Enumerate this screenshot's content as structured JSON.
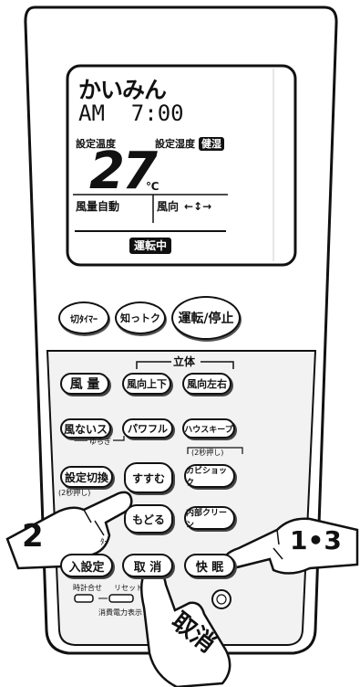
{
  "lcd": {
    "mode": "かいみん",
    "time": "AM  7:00",
    "set_temp_label": "設定温度",
    "set_humidity_label": "設定湿度",
    "health_badge": "健湿",
    "temperature": "27",
    "temp_unit": "℃",
    "fan_label": "風量自動",
    "direction_label": "風向",
    "direction_arrows": "←↕→",
    "status_badge": "運転中"
  },
  "top_buttons": {
    "off_timer": "切ﾀｲﾏｰ",
    "chitoku": "知っトク",
    "run_stop": "運転/停止"
  },
  "panel": {
    "rittai_label": "立体",
    "fan_volume": "風 量",
    "dir_updown": "風向上下",
    "dir_leftright": "風向左右",
    "kazenaisu": "風ないス",
    "yuragi": "ゆらぎ",
    "powerful": "パワフル",
    "house_keep": "ハウスキープ",
    "two_sec": "(2秒押し)",
    "setting_switch": "設定切換",
    "setting_two_sec": "(2秒押し)",
    "susumu": "すすむ",
    "modoru": "もどる",
    "kabi_shock": "カビショック",
    "naibu_clean": "内部クリーン",
    "timer_partial": "ﾀｰ",
    "iri_settei": "入設定",
    "cancel": "取 消",
    "kaimin": "快 眠",
    "clock_set": "時計合せ",
    "reset": "リセット",
    "power_display": "消費電力表示"
  },
  "callouts": {
    "step2": "2",
    "step13": "1•3",
    "cancel_hand": "取消"
  }
}
